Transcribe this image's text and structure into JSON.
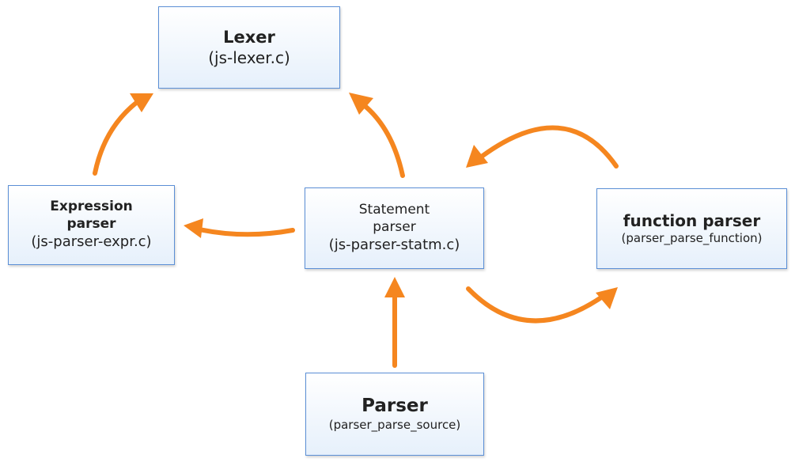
{
  "nodes": {
    "lexer": {
      "title": "Lexer",
      "file": "(js-lexer.c)"
    },
    "expression_parser": {
      "line1": "Expression",
      "line2": "parser",
      "file": "(js-parser-expr.c)"
    },
    "statement_parser": {
      "line1": "Statement",
      "line2": "parser",
      "file": "(js-parser-statm.c)"
    },
    "function_parser": {
      "title": "function parser",
      "file": "(parser_parse_function)"
    },
    "parser": {
      "title": "Parser",
      "file": "(parser_parse_source)"
    }
  },
  "edges": [
    {
      "from": "expression_parser",
      "to": "lexer"
    },
    {
      "from": "statement_parser",
      "to": "lexer"
    },
    {
      "from": "statement_parser",
      "to": "expression_parser"
    },
    {
      "from": "statement_parser",
      "to": "function_parser"
    },
    {
      "from": "function_parser",
      "to": "statement_parser"
    },
    {
      "from": "parser",
      "to": "statement_parser"
    }
  ],
  "colors": {
    "arrow": "#f5861f",
    "box_border": "#5b8fd6",
    "box_fill_top": "#ffffff",
    "box_fill_bottom": "#e6f0fb"
  }
}
